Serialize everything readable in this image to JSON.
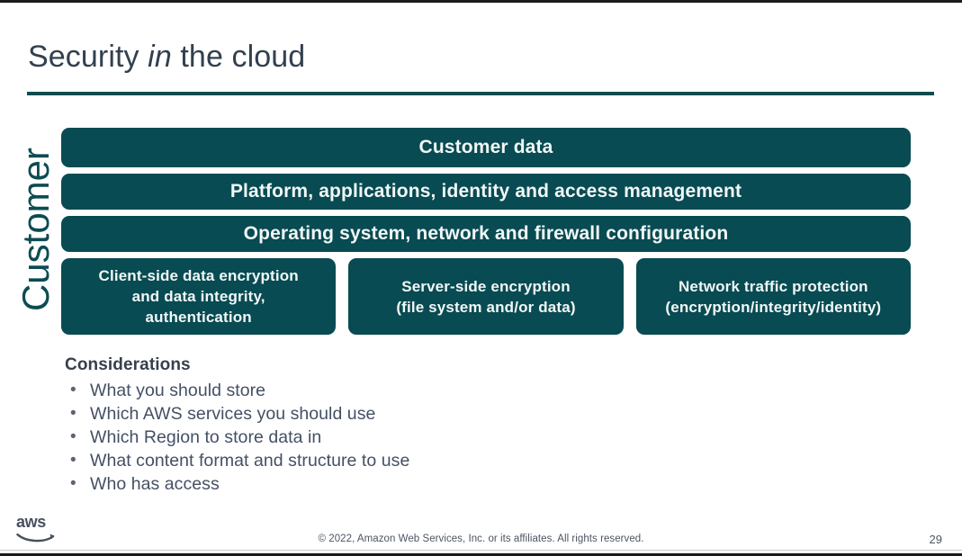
{
  "slide": {
    "title_prefix": "Security ",
    "title_emphasis": "in",
    "title_suffix": " the cloud",
    "accent_color": "#0d4c51",
    "bar_color": "#084b52",
    "title_color": "#32404f"
  },
  "responsibility_model": {
    "axis_label": "Customer",
    "layers": [
      {
        "id": "customer-data",
        "label": "Customer data"
      },
      {
        "id": "platform-apps-iam",
        "label": "Platform, applications, identity and access management"
      },
      {
        "id": "os-network-firewall",
        "label": "Operating system, network and firewall configuration"
      }
    ],
    "protection_boxes": [
      {
        "id": "client-side-encryption",
        "lines": [
          "Client-side data encryption",
          "and data integrity,",
          "authentication"
        ]
      },
      {
        "id": "server-side-encryption",
        "lines": [
          "Server-side encryption",
          "(file system and/or data)"
        ]
      },
      {
        "id": "network-traffic-protection",
        "lines": [
          "Network traffic protection",
          "(encryption/integrity/identity)"
        ]
      }
    ]
  },
  "considerations": {
    "heading": "Considerations",
    "bullet_glyph": "•",
    "items": [
      "What you should store",
      "Which AWS services you should use",
      "Which Region to store data in",
      "What content format and structure to use",
      "Who has access"
    ]
  },
  "footer": {
    "logo_text": "aws",
    "copyright": "© 2022, Amazon Web Services, Inc. or its affiliates. All rights reserved.",
    "page_number": "29"
  }
}
